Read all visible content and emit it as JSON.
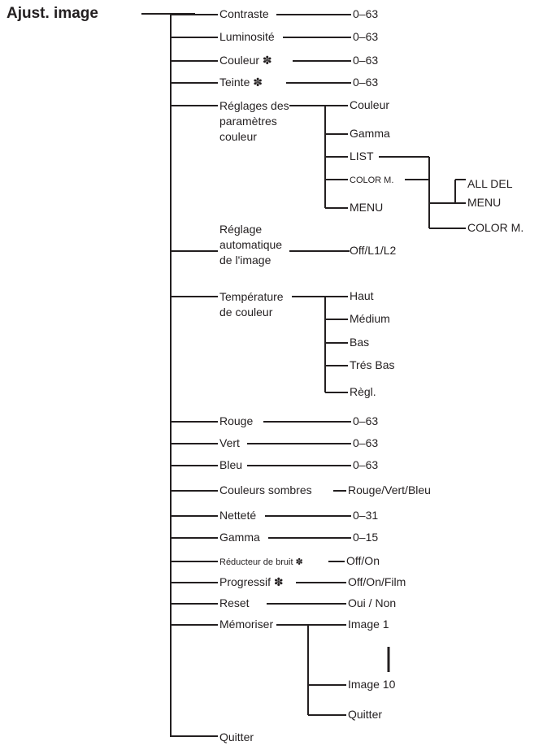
{
  "title": "Ajust. image",
  "colors": {
    "ink": "#231f20",
    "background": "#ffffff"
  },
  "items": {
    "contraste": "Contraste",
    "contraste_val": "0–63",
    "luminosite": "Luminosité",
    "luminosite_val": "0–63",
    "couleur": "Couleur ✽",
    "couleur_val": "0–63",
    "teinte": "Teinte ✽",
    "teinte_val": "0–63",
    "reglages": "Réglages des\nparamètres\ncouleur",
    "reglages_sub": {
      "couleur": "Couleur",
      "gamma": "Gamma",
      "list": "LIST",
      "color_m": "COLOR M.",
      "menu": "MENU",
      "list_sub": {
        "all_del": "ALL DEL",
        "menu": "MENU",
        "color_m": "COLOR M."
      }
    },
    "auto": "Réglage\nautomatique\nde l'image",
    "auto_val": "Off/L1/L2",
    "temperature": "Température\nde couleur",
    "temperature_sub": {
      "haut": "Haut",
      "medium": "Médium",
      "bas": "Bas",
      "tres_bas": "Trés Bas",
      "regl": "Règl."
    },
    "rouge": "Rouge",
    "rouge_val": "0–63",
    "vert": "Vert",
    "vert_val": "0–63",
    "bleu": "Bleu",
    "bleu_val": "0–63",
    "sombres": "Couleurs sombres",
    "sombres_val": "Rouge/Vert/Bleu",
    "nettete": "Netteté",
    "nettete_val": "0–31",
    "gamma": "Gamma",
    "gamma_val": "0–15",
    "bruit": "Réducteur de bruit ✽",
    "bruit_val": "Off/On",
    "progressif": "Progressif ✽",
    "progressif_val": "Off/On/Film",
    "reset": "Reset",
    "reset_val": "Oui / Non",
    "memoriser": "Mémoriser",
    "memoriser_sub": {
      "image1": "Image 1",
      "image10": "Image 10",
      "quitter": "Quitter"
    },
    "quitter": "Quitter"
  }
}
